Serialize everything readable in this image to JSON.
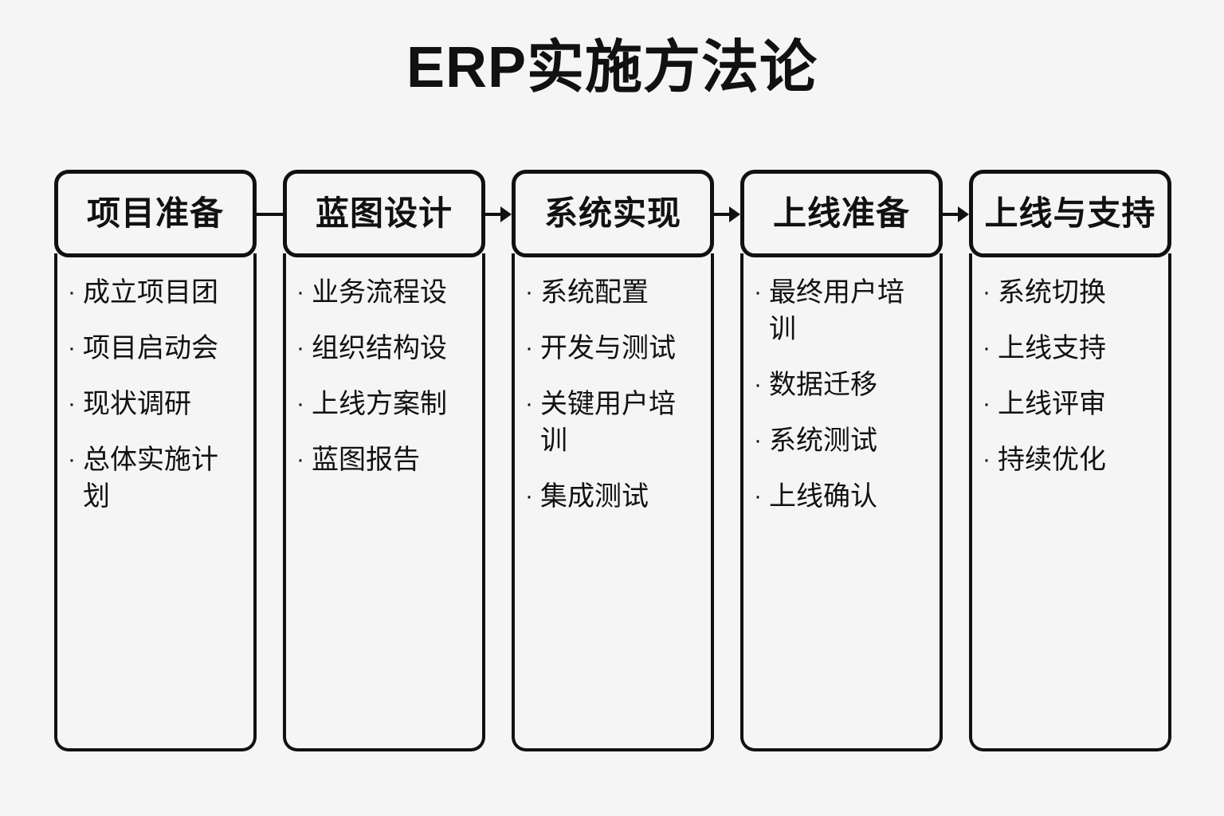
{
  "title": "ERP实施方法论",
  "colors": {
    "background": "#f5f5f5",
    "ink": "#111111",
    "box_fill": "#f5f5f5"
  },
  "diagram": {
    "type": "flow",
    "bullet_glyph": "·",
    "stages": [
      {
        "header": "项目准备",
        "items": [
          "成立项目团",
          "项目启动会",
          "现状调研",
          "总体实施计划"
        ]
      },
      {
        "header": "蓝图设计",
        "items": [
          "业务流程设",
          "组织结构设",
          "上线方案制",
          "蓝图报告"
        ]
      },
      {
        "header": "系统实现",
        "items": [
          "系统配置",
          "开发与测试",
          "关键用户培训",
          "集成测试"
        ]
      },
      {
        "header": "上线准备",
        "items": [
          "最终用户培训",
          "数据迁移",
          "系统测试",
          "上线确认"
        ]
      },
      {
        "header": "上线与支持",
        "items": [
          "系统切换",
          "上线支持",
          "上线评审",
          "持续优化"
        ]
      }
    ],
    "connectors": [
      {
        "from": "项目准备",
        "to": "蓝图设计",
        "style": "line"
      },
      {
        "from": "蓝图设计",
        "to": "系统实现",
        "style": "arrow"
      },
      {
        "from": "系统实现",
        "to": "上线准备",
        "style": "arrow"
      },
      {
        "from": "上线准备",
        "to": "上线与支持",
        "style": "arrow"
      }
    ]
  }
}
